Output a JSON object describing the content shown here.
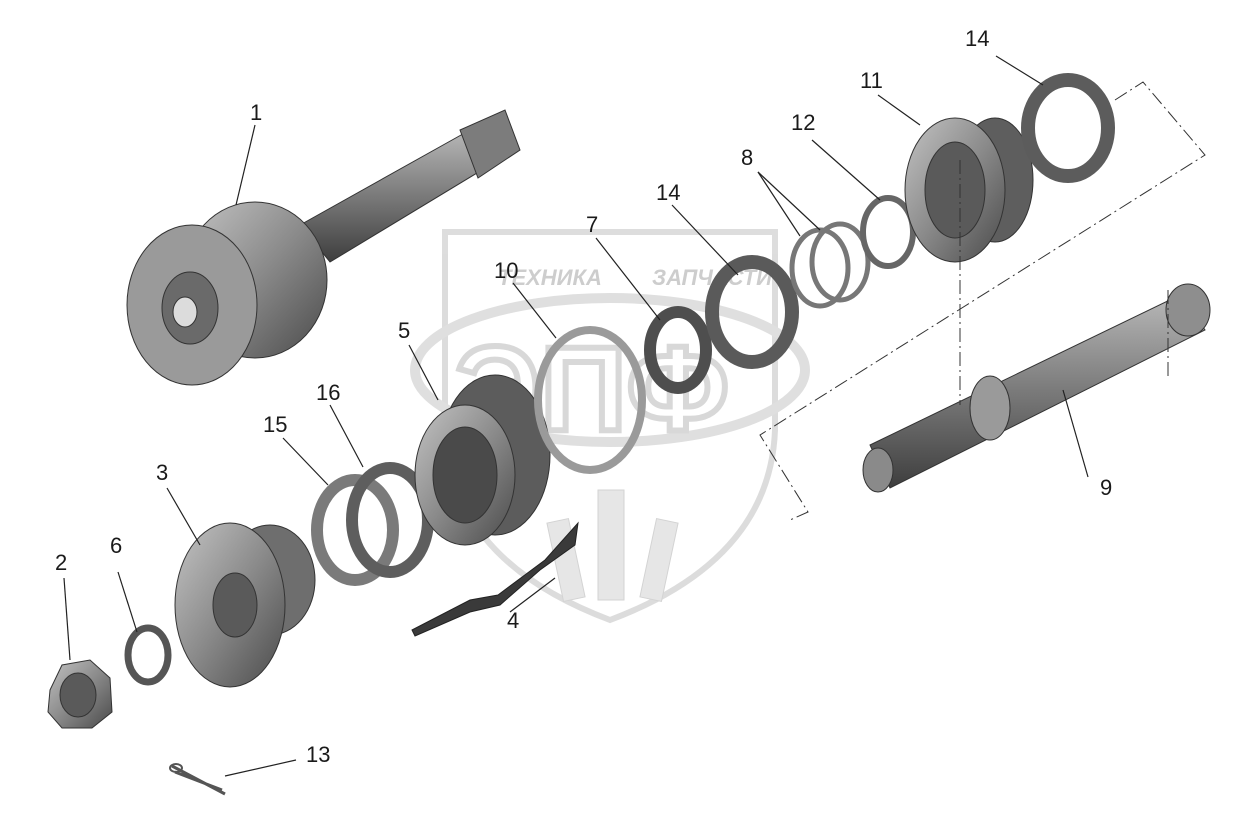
{
  "diagram": {
    "type": "exploded-assembly",
    "colors": {
      "part_fill": "#8a8a8a",
      "part_dark": "#4a4a4a",
      "part_light": "#b5b5b5",
      "leader": "#222222",
      "watermark": "#d6d6d6"
    },
    "watermark": {
      "line1_left": "ТЕХНИКА",
      "line1_right": "ЗАПЧАСТИ",
      "logo": "ЭПФ"
    },
    "callouts": [
      "1",
      "2",
      "3",
      "4",
      "5",
      "6",
      "7",
      "8",
      "9",
      "10",
      "11",
      "12",
      "13",
      "14",
      "14",
      "15",
      "16"
    ]
  }
}
